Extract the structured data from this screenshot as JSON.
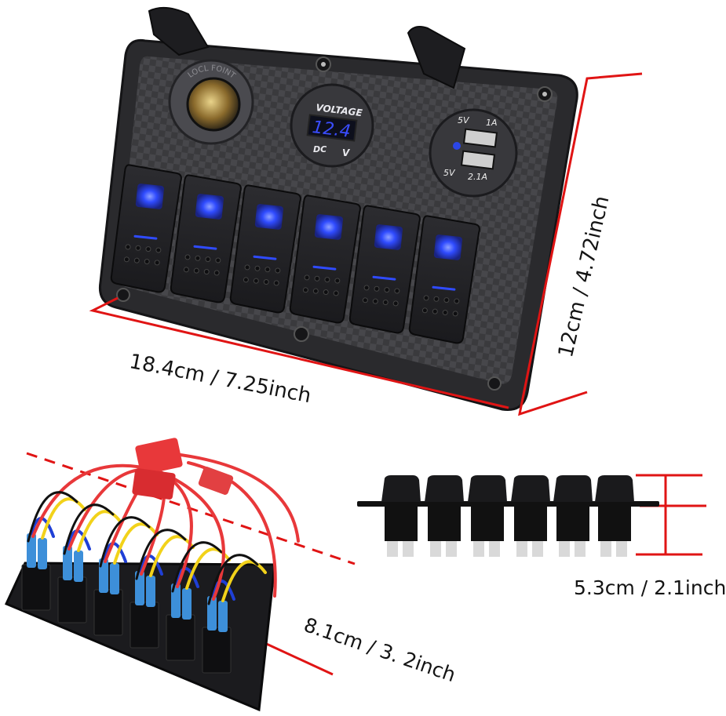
{
  "product": {
    "type": "6-gang rocker switch panel",
    "switch_count": 6,
    "switch_led_color": "#2f4bff"
  },
  "front_panel": {
    "cigarette_socket": {
      "ring_text": "LOCL FOINT"
    },
    "voltmeter": {
      "title": "VOLTAGE",
      "reading": "12.4",
      "unit_left": "DC",
      "unit_right": "V",
      "display_color": "#3a4dff"
    },
    "usb_charger": {
      "ports": [
        {
          "voltage": "5V",
          "current": "1A"
        },
        {
          "voltage": "5V",
          "current": "2.1A"
        }
      ],
      "indicator_color": "#2b46e6"
    }
  },
  "dimensions": {
    "width": "18.4cm / 7.25inch",
    "height": "12cm / 4.72inch",
    "thickness": "5.3cm / 2.1inch",
    "depth": "8.1cm / 3. 2inch",
    "line_color": "#e01414"
  },
  "wire_colors": [
    "#e8383a",
    "#f2d21a",
    "#1f3fd6",
    "#111111",
    "#3d8fd9"
  ]
}
